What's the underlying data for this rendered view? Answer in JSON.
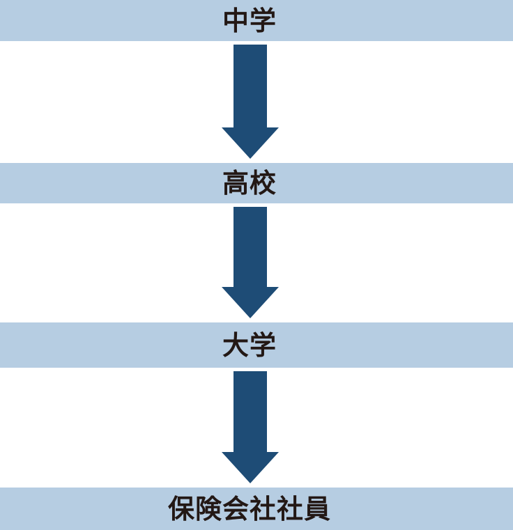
{
  "diagram": {
    "type": "vertical-flow",
    "steps": [
      {
        "label": "中学"
      },
      {
        "label": "高校"
      },
      {
        "label": "大学"
      },
      {
        "label": "保険会社社員"
      }
    ],
    "arrow_count": 3
  },
  "colors": {
    "bar_bg": "#b6cde2",
    "arrow": "#1e4c76",
    "label_text": "#231815",
    "background": "#ffffff"
  }
}
